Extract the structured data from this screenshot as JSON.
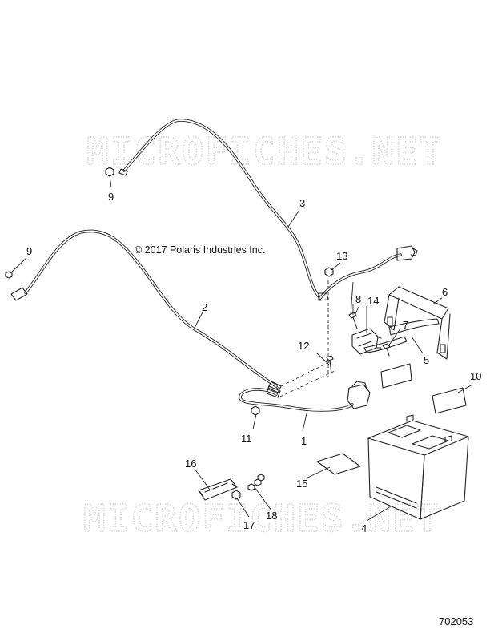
{
  "copyright": "© 2017 Polaris Industries Inc.",
  "watermark": "MICROFICHES.NET",
  "diagram_ref": "702053",
  "callouts": [
    "1",
    "2",
    "3",
    "4",
    "5",
    "6",
    "7",
    "8",
    "9",
    "9",
    "10",
    "11",
    "12",
    "13",
    "14",
    "15",
    "16",
    "17",
    "18"
  ]
}
